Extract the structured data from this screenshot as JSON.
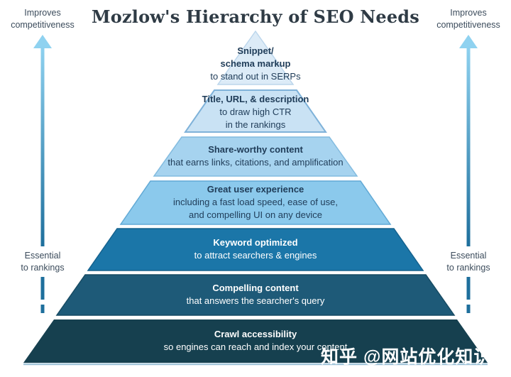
{
  "title": "Mozlow's Hierarchy of SEO Needs",
  "watermark": "知乎 @网站优化知识宝典",
  "side_labels": {
    "top_left": "Improves\ncompetitiveness",
    "top_right": "Improves\ncompetitiveness",
    "bottom_left": "Essential\nto rankings",
    "bottom_right": "Essential\nto rankings"
  },
  "arrow": {
    "direction": "up",
    "color_top": "#8fd2f0",
    "color_bottom": "#1e6f9c"
  },
  "tiers": [
    {
      "title": "Snippet/\nschema markup",
      "subtitle": "to stand out in SERPs",
      "fill": "#dcebf7",
      "stroke": "#bcd6ec"
    },
    {
      "title": "Title, URL, & description",
      "subtitle": "to draw high CTR\nin the rankings",
      "fill": "#c9e2f4",
      "stroke": "#7fb2d9"
    },
    {
      "title": "Share-worthy content",
      "subtitle": "that earns links, citations, and amplification",
      "fill": "#a6d3ef",
      "stroke": "#82bbdf"
    },
    {
      "title": "Great user experience",
      "subtitle": "including a fast load speed, ease of use,\nand compelling UI on any device",
      "fill": "#8bc9ec",
      "stroke": "#61a9d5"
    },
    {
      "title": "Keyword optimized",
      "subtitle": "to attract searchers & engines",
      "fill": "#1b76a8",
      "stroke": "#15628e"
    },
    {
      "title": "Compelling content",
      "subtitle": "that answers the searcher's query",
      "fill": "#1e5a78",
      "stroke": "#174b63"
    },
    {
      "title": "Crawl accessibility",
      "subtitle": "so engines can reach and index your content",
      "fill": "#16404f",
      "stroke": "#16404f"
    }
  ],
  "colors": {
    "title_text": "#2f3b45",
    "light_tier_text": "#1f3c58",
    "dark_tier_text": "#ffffff",
    "side_label_text": "#3c4c5c",
    "base_underline": "#a3c6da"
  }
}
